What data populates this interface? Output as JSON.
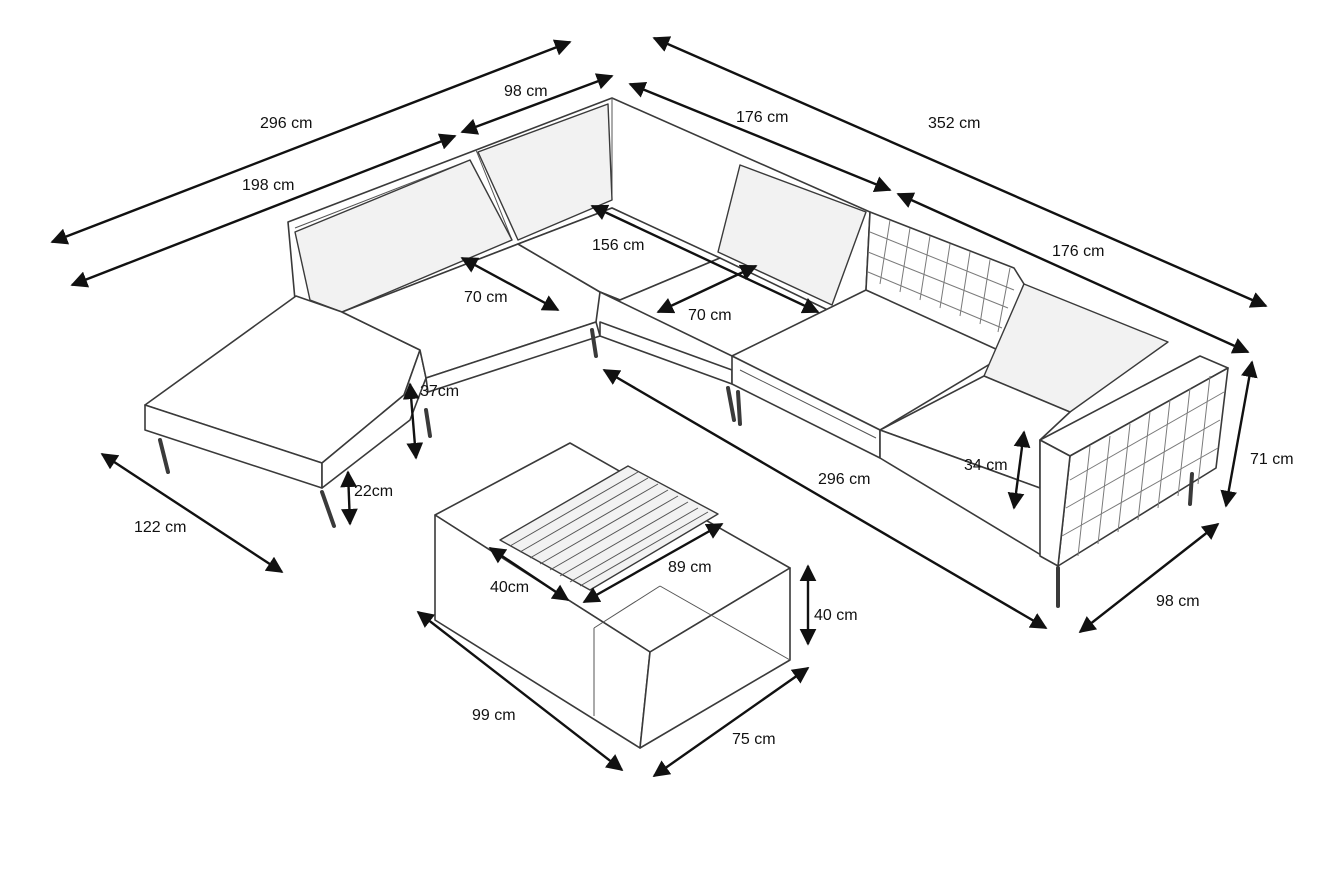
{
  "dimensions": {
    "total_left_side": "296 cm",
    "chaise_back": "198 cm",
    "corner_depth": "98 cm",
    "middle_sofa": "176 cm",
    "total_right_side": "352 cm",
    "right_sofa": "176 cm",
    "corner_diagonal": "156 cm",
    "chaise_seat_depth": "70 cm",
    "middle_seat_depth": "70 cm",
    "chaise_seat_height": "37cm",
    "chaise_leg_height": "22cm",
    "chaise_length": "122 cm",
    "front_length": "296 cm",
    "armrest_height": "34 cm",
    "back_height": "71 cm",
    "right_depth": "98 cm",
    "tray_width": "40cm",
    "tray_length": "89 cm",
    "table_height": "40 cm",
    "table_length": "99 cm",
    "table_depth": "75 cm"
  }
}
